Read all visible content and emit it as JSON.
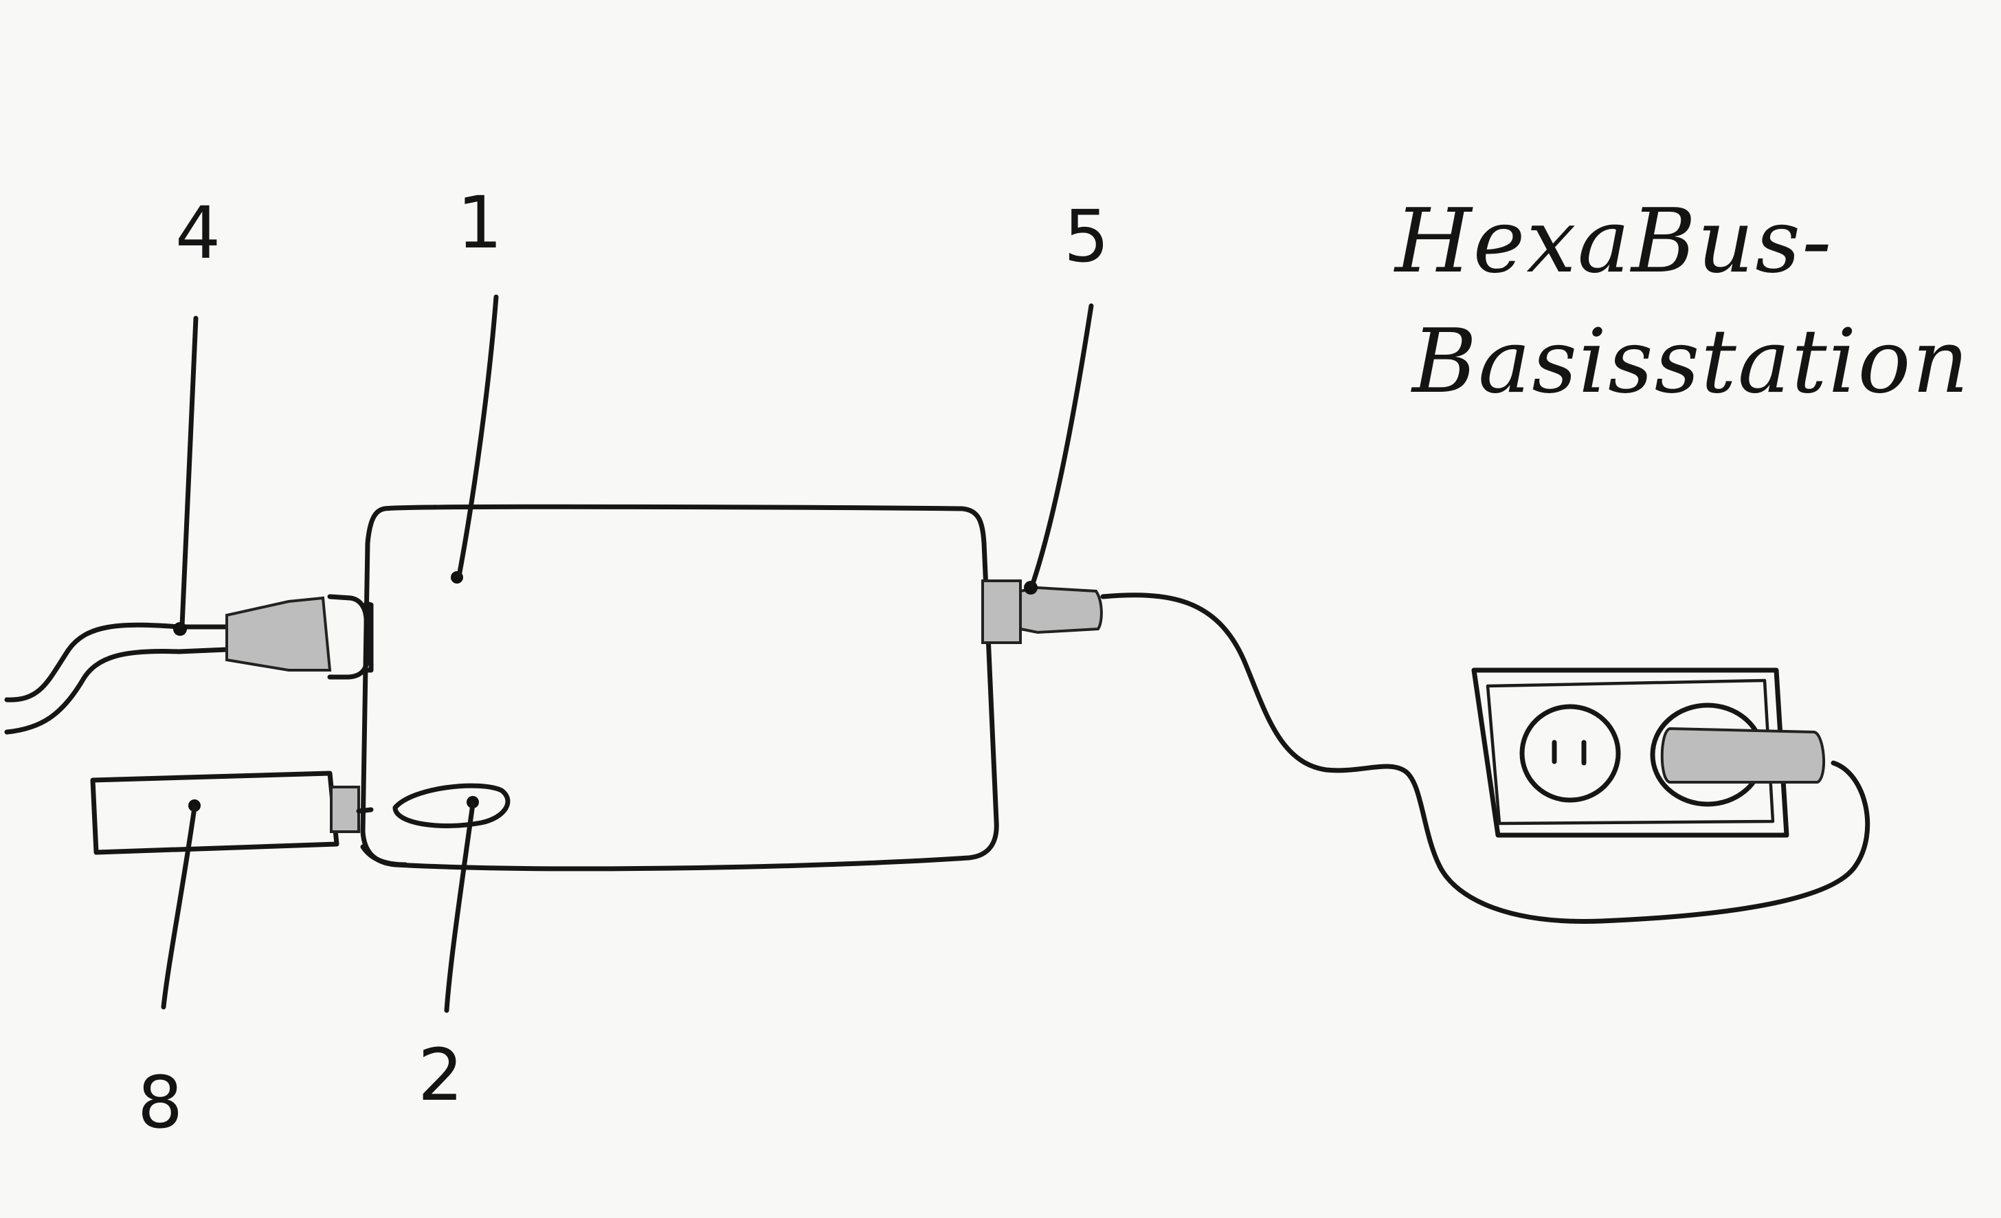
{
  "diagram": {
    "title_line1": "HexaBus-",
    "title_line2": "Basisstation",
    "callouts": [
      {
        "id": "1",
        "label": "1"
      },
      {
        "id": "2",
        "label": "2"
      },
      {
        "id": "3",
        "label": "8"
      },
      {
        "id": "4",
        "label": "4"
      },
      {
        "id": "5",
        "label": "5"
      }
    ]
  }
}
